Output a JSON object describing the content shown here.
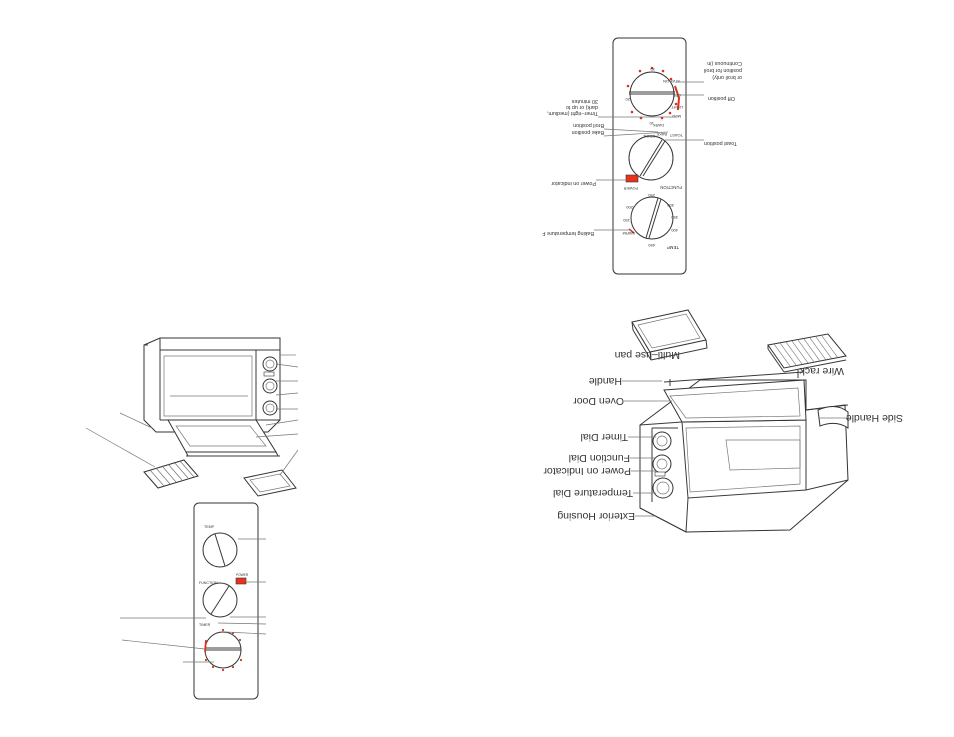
{
  "colors": {
    "power_indicator": "#e8321e",
    "tick_red": "#d9331f",
    "ink": "#333333"
  },
  "right_panel": {
    "annotations": {
      "continuous": [
        "Continuous (in",
        "position for broil",
        "or broil only)"
      ],
      "off_position": "Off position",
      "timer_right": [
        "Timer–right (medium,",
        "dark) or up to",
        "30 minutes"
      ],
      "broil_position": "Broil position",
      "bake_position": "Bake position",
      "toast_position": "Toast position",
      "power_indicator": "Power on indicator",
      "baking_temp": "Baking temperature F"
    },
    "dial_text": {
      "timer_title": "TIMER",
      "function_title": "FUNCTION",
      "temp_title": "TEMP",
      "power": "POWER",
      "toast": "TOAST",
      "bake": "BAKE",
      "broil": "BROIL",
      "light": "LIGHT",
      "med": "MED",
      "dark": "DARK",
      "stay_on": "STAY ON",
      "off": "OFF",
      "warm": "WARM",
      "timer_nums": [
        "10",
        "20",
        "30"
      ],
      "temp_nums": [
        "150",
        "200",
        "250",
        "300",
        "350",
        "400",
        "450"
      ]
    }
  },
  "oven_labels": {
    "multi_use_pan": "Multi–use pan",
    "wire_rack": "Wire rack",
    "handle": "Handle",
    "oven_door": "Oven Door",
    "side_handle": "Side Handle",
    "timer_dial": "Timer Dial",
    "function_dial": "Function Dial",
    "power_indicator": "Power on Indicator",
    "temperature_dial": "Temperature Dial",
    "exterior_housing": "Exterior Housing"
  }
}
